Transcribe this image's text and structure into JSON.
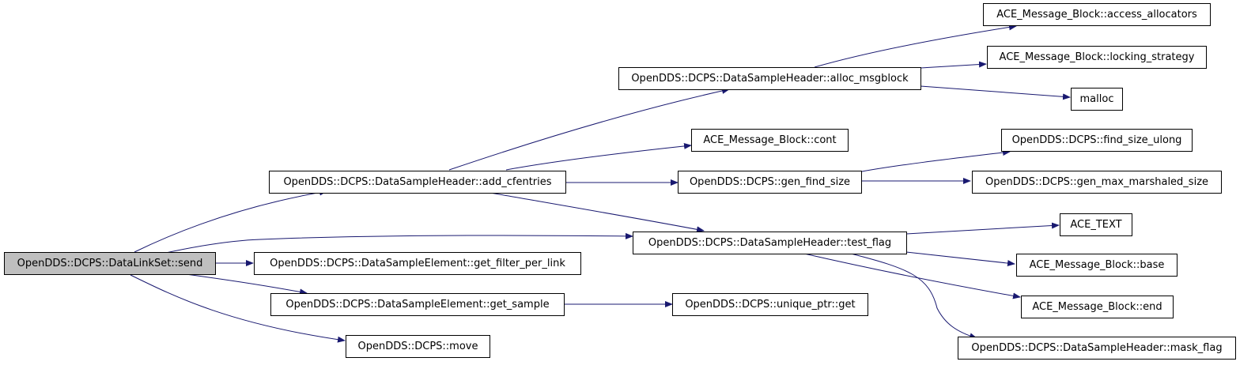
{
  "nodes": {
    "send": "OpenDDS::DCPS::DataLinkSet::send",
    "add_cfentries": "OpenDDS::DCPS::DataSampleHeader::add_cfentries",
    "get_filter_per_link": "OpenDDS::DCPS::DataSampleElement::get_filter_per_link",
    "get_sample": "OpenDDS::DCPS::DataSampleElement::get_sample",
    "move": "OpenDDS::DCPS::move",
    "alloc_msgblock": "OpenDDS::DCPS::DataSampleHeader::alloc_msgblock",
    "cont": "ACE_Message_Block::cont",
    "gen_find_size": "OpenDDS::DCPS::gen_find_size",
    "test_flag": "OpenDDS::DCPS::DataSampleHeader::test_flag",
    "unique_ptr_get": "OpenDDS::DCPS::unique_ptr::get",
    "access_allocators": "ACE_Message_Block::access_allocators",
    "locking_strategy": "ACE_Message_Block::locking_strategy",
    "malloc": "malloc",
    "find_size_ulong": "OpenDDS::DCPS::find_size_ulong",
    "gen_max_marshaled_size": "OpenDDS::DCPS::gen_max_marshaled_size",
    "ace_text": "ACE_TEXT",
    "base": "ACE_Message_Block::base",
    "end": "ACE_Message_Block::end",
    "mask_flag": "OpenDDS::DCPS::DataSampleHeader::mask_flag"
  },
  "colors": {
    "edge": "#191970",
    "root_fill": "#bfbfbf",
    "node_border": "#000000"
  }
}
